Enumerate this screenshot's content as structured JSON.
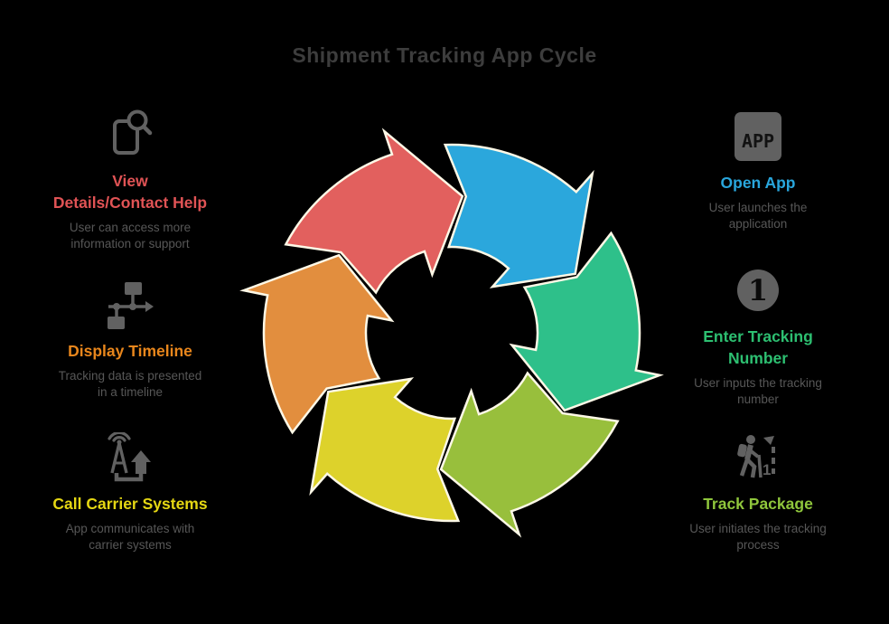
{
  "title": "Shipment Tracking App Cycle",
  "colors": {
    "background": "#000000",
    "title": "#3d3d3d",
    "description": "#575757",
    "icon": "#616161",
    "arrow_outline": "#fdf8e6"
  },
  "cycle": {
    "direction": "clockwise",
    "segments": [
      {
        "id": "open-app",
        "label": "Open App",
        "color": "#2ba7dc"
      },
      {
        "id": "enter-tracking-number",
        "label": "Enter Tracking Number",
        "color": "#2ec08a"
      },
      {
        "id": "track-package",
        "label": "Track Package",
        "color": "#98bf3c"
      },
      {
        "id": "call-carrier-systems",
        "label": "Call Carrier Systems",
        "color": "#ddd22b"
      },
      {
        "id": "display-timeline",
        "label": "Display Timeline",
        "color": "#e28e3e"
      },
      {
        "id": "view-details-contact-help",
        "label": "View Details/Contact Help",
        "color": "#e2605e"
      }
    ]
  },
  "left_items": [
    {
      "icon": "phone-search-icon",
      "title": "View\nDetails/Contact Help",
      "title_color": "#e05355",
      "description": "User can access more\ninformation or support"
    },
    {
      "icon": "timeline-flow-icon",
      "title": "Display Timeline",
      "title_color": "#e8861c",
      "description": "Tracking data is presented\nin a timeline"
    },
    {
      "icon": "antenna-upload-icon",
      "title": "Call Carrier Systems",
      "title_color": "#e5d713",
      "description": "App communicates with\ncarrier systems"
    }
  ],
  "right_items": [
    {
      "icon": "app-icon",
      "icon_label": "APP",
      "title": "Open App",
      "title_color": "#29a6dc",
      "description": "User launches the\napplication"
    },
    {
      "icon": "number-one-icon",
      "icon_label": "1",
      "title": "Enter Tracking\nNumber",
      "title_color": "#2dbf71",
      "description": "User inputs the tracking\nnumber"
    },
    {
      "icon": "hiker-route-icon",
      "icon_label": "1",
      "title": "Track Package",
      "title_color": "#8fc63c",
      "description": "User initiates the tracking\nprocess"
    }
  ]
}
